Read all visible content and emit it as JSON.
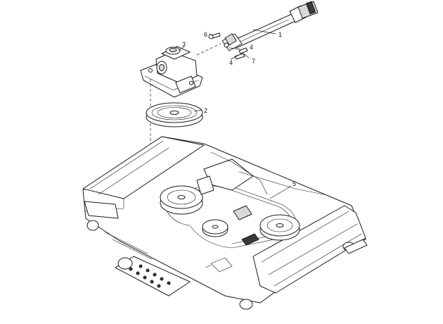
{
  "callouts": {
    "c1": "1",
    "c2": "2",
    "c3": "3",
    "c4a": "4",
    "c4b": "4",
    "c5": "5",
    "c6": "6",
    "c7": "7"
  },
  "parts": [
    {
      "number": "1",
      "name": "drive-shaft"
    },
    {
      "number": "2",
      "name": "pulley"
    },
    {
      "number": "3",
      "name": "gearbox"
    },
    {
      "number": "4",
      "name": "fastener"
    },
    {
      "number": "5",
      "name": "deck-belt"
    },
    {
      "number": "6",
      "name": "bolt"
    },
    {
      "number": "7",
      "name": "nut"
    }
  ],
  "colors": {
    "line": "#1a1a1a",
    "background": "#ffffff",
    "shade": "#d9d9d9"
  }
}
